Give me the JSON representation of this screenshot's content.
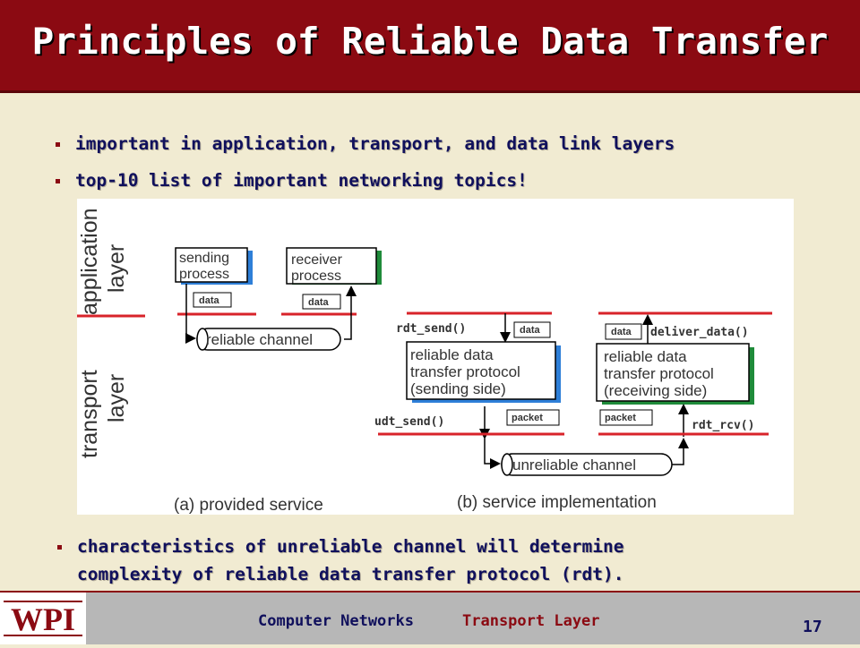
{
  "slide": {
    "title": "Principles of Reliable Data Transfer",
    "bullets_top": [
      "important in application, transport, and data link layers",
      "top-10 list of important networking topics!"
    ],
    "bullet_bottom_lines": [
      "characteristics of unreliable channel will determine",
      "complexity of reliable data transfer protocol (rdt)."
    ]
  },
  "diagram": {
    "layer_labels": {
      "application": [
        "application",
        "layer"
      ],
      "transport": [
        "transport",
        "layer"
      ]
    },
    "provided": {
      "sending_process": [
        "sending",
        "process"
      ],
      "receiver_process": [
        "receiver",
        "process"
      ],
      "data_label": "data",
      "channel": "reliable channel",
      "caption": "(a)  provided service"
    },
    "implementation": {
      "rdt_send": "rdt_send()",
      "deliver_data": "deliver_data()",
      "udt_send": "udt_send()",
      "rdt_rcv": "rdt_rcv()",
      "data_label": "data",
      "packet_label": "packet",
      "sender_box": [
        "reliable data",
        "transfer protocol",
        "(sending side)"
      ],
      "receiver_box": [
        "reliable data",
        "transfer protocol",
        "(receiving side)"
      ],
      "channel": "unreliable channel",
      "caption": "(b) service implementation"
    }
  },
  "footer": {
    "logo_text": "WPI",
    "course": "Computer Networks",
    "topic": "Transport Layer",
    "page_number": "17"
  },
  "colors": {
    "title_bar": "#8b0a12",
    "background": "#f1ebd2",
    "bullet_text": "#10105c",
    "topic_text": "#8b0a12",
    "sender_accent": "#2e7fd8",
    "receiver_accent": "#1f8b3a",
    "layer_line": "#d8232a"
  }
}
